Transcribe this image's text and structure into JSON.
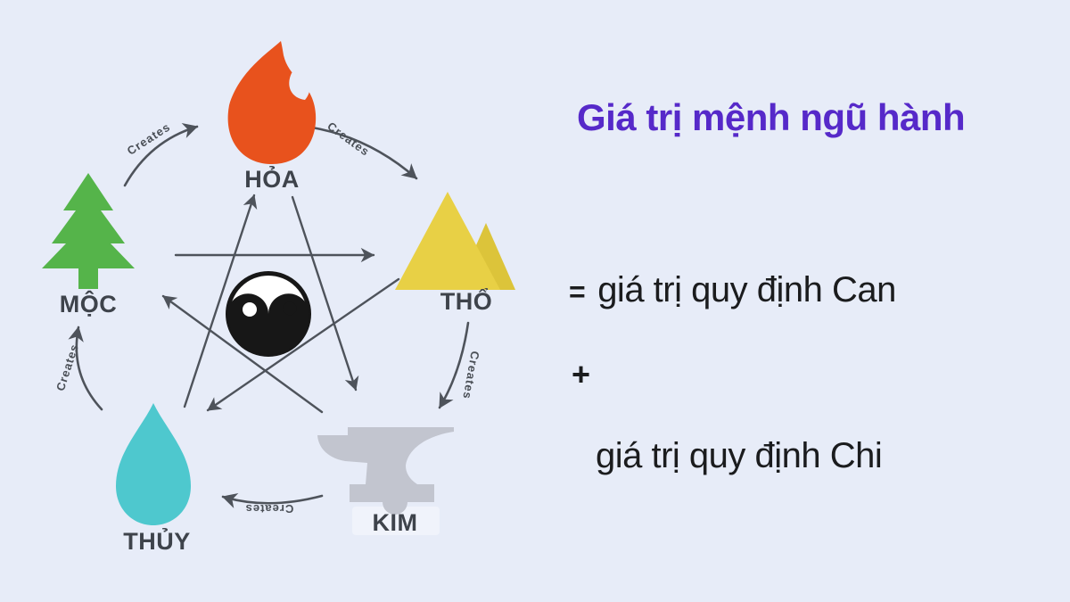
{
  "page": {
    "background": "#E7ECF8"
  },
  "formula": {
    "title": "Giá trị mệnh ngũ hành",
    "title_color": "#5629C9",
    "equals_sign": "=",
    "can_text": "giá trị quy định Can",
    "plus_sign": "+",
    "chi_text": "giá trị quy định Chi",
    "text_color": "#1B1C1E"
  },
  "diagram": {
    "creates_label": "Creates",
    "center_icon": "yin-yang",
    "arrow_color": "#4E535B",
    "label_color": "#3E434B",
    "nodes": [
      {
        "id": "fire",
        "label": "HỎA",
        "icon": "flame-icon",
        "color": "#E8521D"
      },
      {
        "id": "earth",
        "label": "THỔ",
        "icon": "mountain-icon",
        "color": "#E8D045",
        "color_secondary": "#DCC43A"
      },
      {
        "id": "metal",
        "label": "KIM",
        "icon": "anvil-icon",
        "color": "#C2C5CF"
      },
      {
        "id": "water",
        "label": "THỦY",
        "icon": "water-drop-icon",
        "color": "#4EC8CE"
      },
      {
        "id": "wood",
        "label": "MỘC",
        "icon": "tree-icon",
        "color": "#55B44A"
      }
    ],
    "creates_cycle": [
      "wood→fire",
      "fire→earth",
      "earth→metal",
      "metal→water",
      "water→wood"
    ],
    "overcoming_cycle": [
      "wood→earth",
      "water→fire",
      "fire→metal",
      "earth→water",
      "metal→wood"
    ]
  }
}
